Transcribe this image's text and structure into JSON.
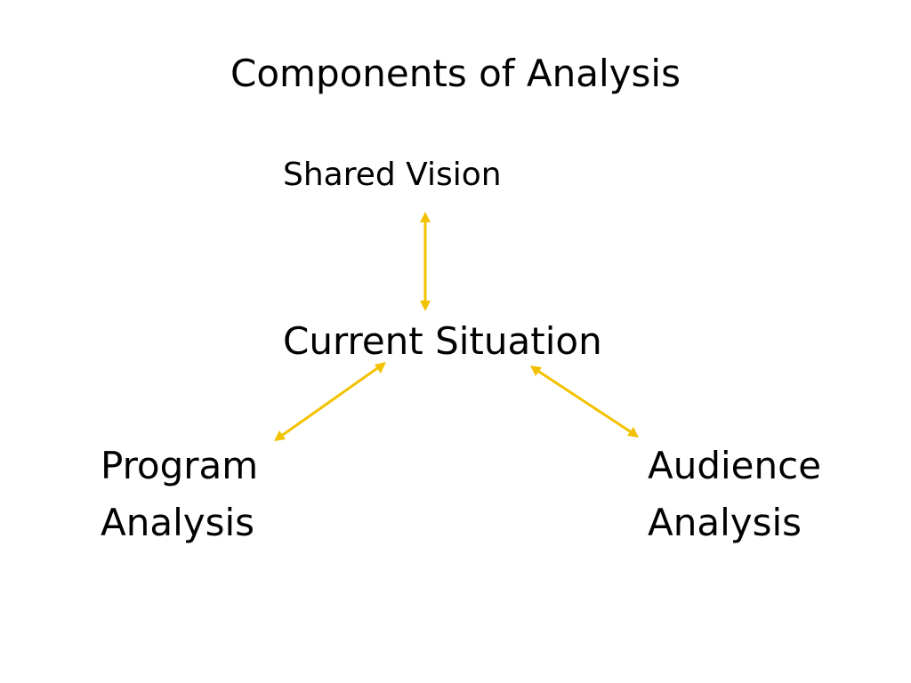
{
  "slide": {
    "title": "Components of Analysis"
  },
  "nodes": {
    "shared_vision": "Shared Vision",
    "current_situation": "Current Situation",
    "program_analysis": [
      "Program",
      "Analysis"
    ],
    "audience_analysis": [
      "Audience",
      "Analysis"
    ]
  },
  "colors": {
    "background": "#ffffff",
    "text": "#000000",
    "arrow": "#f2c200"
  },
  "connectors": [
    {
      "from": "shared_vision",
      "to": "current_situation",
      "style": "double-headed-arrow"
    },
    {
      "from": "current_situation",
      "to": "program_analysis",
      "style": "double-headed-arrow"
    },
    {
      "from": "current_situation",
      "to": "audience_analysis",
      "style": "double-headed-arrow"
    }
  ]
}
